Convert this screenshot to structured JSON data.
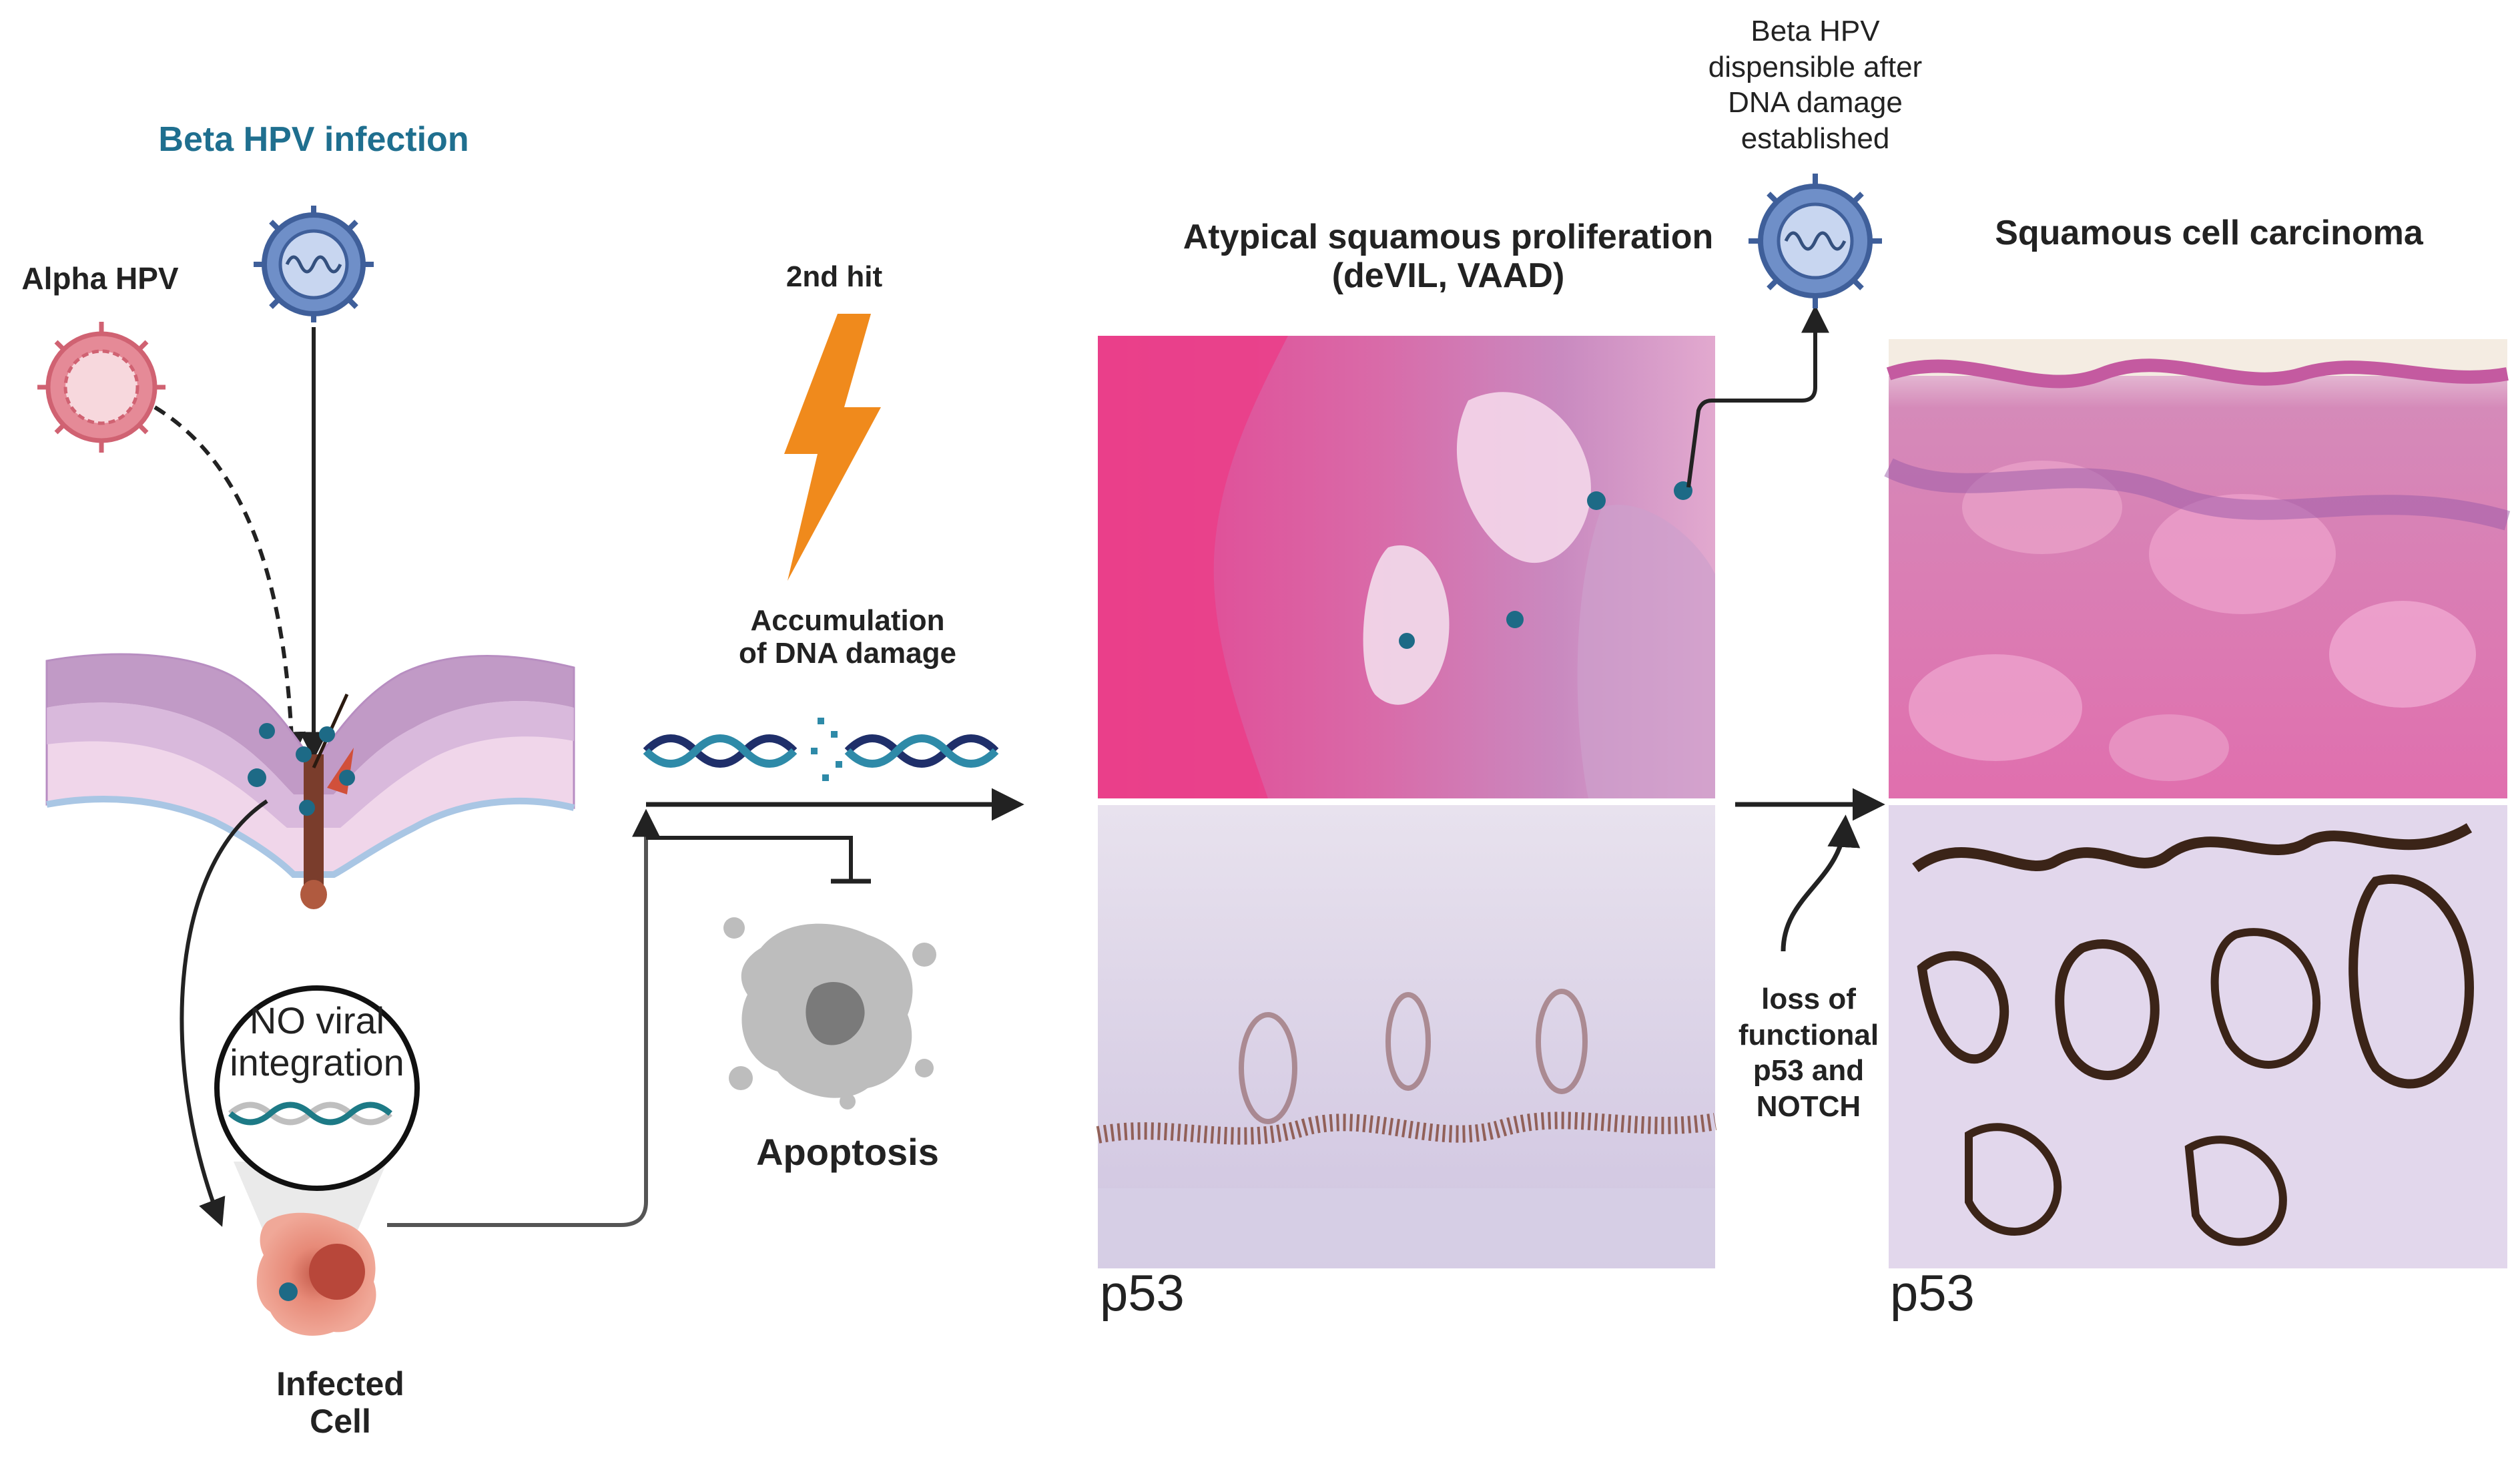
{
  "labels": {
    "beta_hpv_infection": "Beta HPV infection",
    "alpha_hpv": "Alpha HPV",
    "second_hit": "2nd hit",
    "accumulation_line1": "Accumulation",
    "accumulation_line2": "of DNA damage",
    "no_viral_line1": "NO viral",
    "no_viral_line2": "integration",
    "apoptosis": "Apoptosis",
    "infected_line1": "Infected",
    "infected_line2": "Cell",
    "atypical_line1": "Atypical squamous proliferation",
    "atypical_line2": "(deVIL, VAAD)",
    "beta_dispensable_line1": "Beta HPV",
    "beta_dispensable_line2": "dispensible after",
    "beta_dispensable_line3": "DNA damage",
    "beta_dispensable_line4": "established",
    "scc": "Squamous cell carcinoma",
    "p53_left": "p53",
    "p53_right": "p53",
    "loss_line1": "loss of",
    "loss_line2": "functional",
    "loss_line3": "p53 and",
    "loss_line4": "NOTCH"
  },
  "colors": {
    "teal_title": "#1f6f8f",
    "beta_virus": "#6f8fc8",
    "alpha_virus": "#e58a97",
    "lightning": "#f08a1c",
    "dna_dark": "#1f2f6a",
    "dna_teal": "#2e8aa8",
    "he_pink": "#e7559a",
    "ihc_lavender": "#d9cfe8",
    "ihc_brown": "#3b2418"
  }
}
